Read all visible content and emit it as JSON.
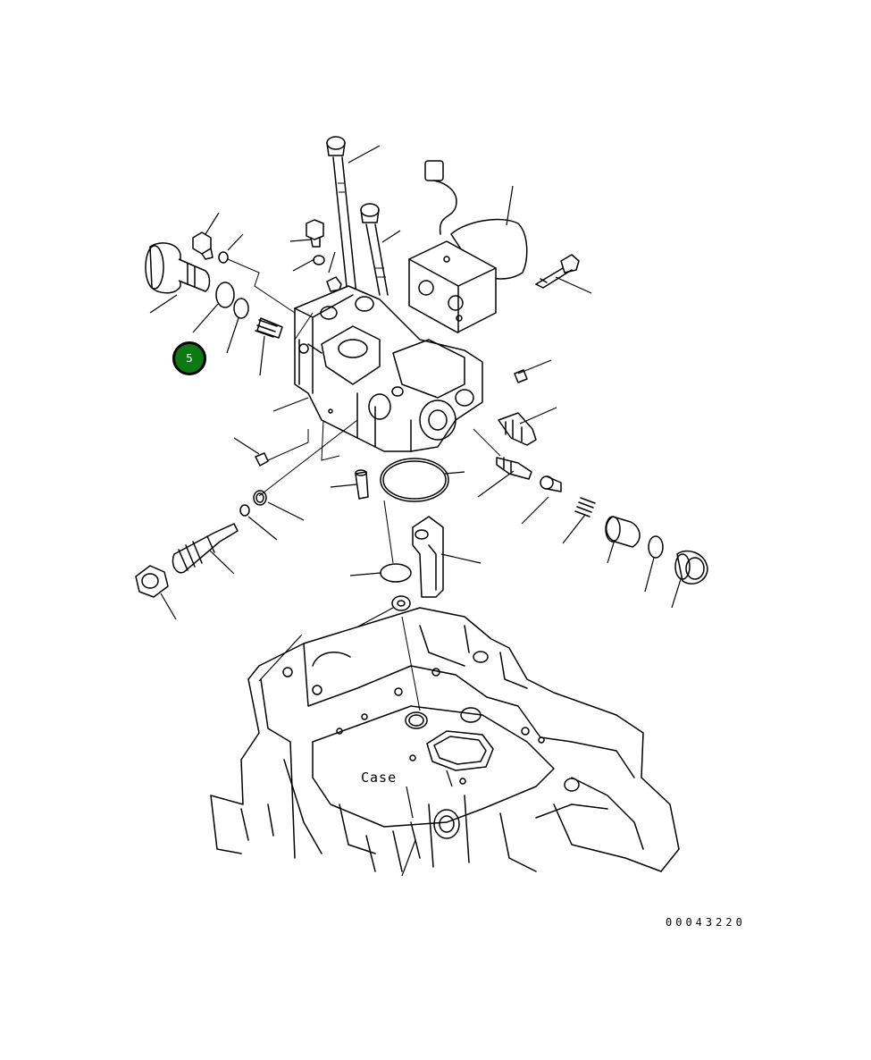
{
  "callout": {
    "number": "5",
    "color": "#0b7a12"
  },
  "labels": {
    "case": "Case"
  },
  "drawing_number": "00043220"
}
